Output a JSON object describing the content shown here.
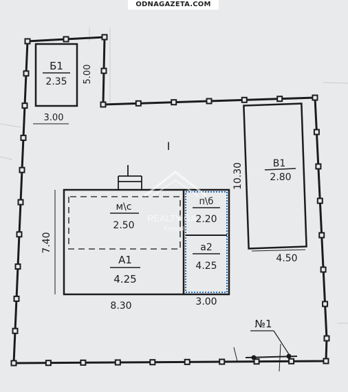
{
  "banner": {
    "text": "ODNAGAZETA.COM"
  },
  "yard_label": "I",
  "buildings": {
    "b1": {
      "name": "Б1",
      "value": "2.35",
      "width": "3.00",
      "depth": "5.00"
    },
    "v1": {
      "name": "В1",
      "value": "2.80",
      "width": "4.50",
      "depth": "10.30"
    },
    "a1": {
      "name": "А1",
      "value": "4.25",
      "width": "8.30",
      "depth": "7.40"
    },
    "ms": {
      "name": "м\\с",
      "value": "2.50"
    },
    "pd": {
      "name": "п\\б",
      "value": "2.20"
    },
    "a2": {
      "name": "а2",
      "value": "4.25",
      "width": "3.00"
    }
  },
  "marker": {
    "label": "№1"
  },
  "watermark": {
    "line1": "REALTY GA",
    "line2": "Kryvyi Ri"
  },
  "colors": {
    "paper": "#e9eaec",
    "ink": "#1c1c1c",
    "annex_outline": "#2a6fb8"
  }
}
